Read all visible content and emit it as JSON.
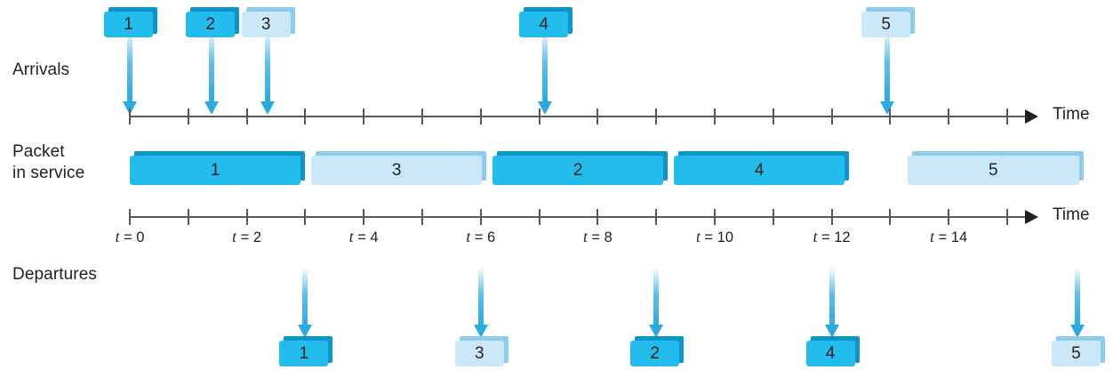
{
  "figure": {
    "type": "timeline-diagram",
    "title": "",
    "background": "#ffffff",
    "colors": {
      "packet_dark": "#22bced",
      "packet_dark_shadow": "#0e94c9",
      "packet_light": "#cbe8f8",
      "packet_light_shadow": "#8ecdea",
      "axis": "#58585b",
      "text": "#231f20",
      "arrow": "#29abe2"
    }
  },
  "labels": {
    "arrivals": "Arrivals",
    "packet_in_service_line1": "Packet",
    "packet_in_service_line2": "in service",
    "departures": "Departures",
    "time_top": "Time",
    "time_bottom": "Time"
  },
  "axes": {
    "tick_count": 16,
    "tick_start_time": 0,
    "tick_step": 1,
    "tick_labels": [
      {
        "text_prefix": "t",
        "text_suffix": " = 0",
        "time": 0
      },
      {
        "text_prefix": "t",
        "text_suffix": " = 2",
        "time": 2
      },
      {
        "text_prefix": "t",
        "text_suffix": " = 4",
        "time": 4
      },
      {
        "text_prefix": "t",
        "text_suffix": " = 6",
        "time": 6
      },
      {
        "text_prefix": "t",
        "text_suffix": " = 8",
        "time": 8
      },
      {
        "text_prefix": "t",
        "text_suffix": " = 10",
        "time": 10
      },
      {
        "text_prefix": "t",
        "text_suffix": " = 12",
        "time": 12
      },
      {
        "text_prefix": "t",
        "text_suffix": " = 14",
        "time": 14
      }
    ]
  },
  "arrivals": [
    {
      "id": "1",
      "shade": "dark",
      "time": 0.0
    },
    {
      "id": "2",
      "shade": "dark",
      "time": 1.4
    },
    {
      "id": "3",
      "shade": "light",
      "time": 2.35
    },
    {
      "id": "4",
      "shade": "dark",
      "time": 7.1
    },
    {
      "id": "5",
      "shade": "light",
      "time": 12.95
    }
  ],
  "service": [
    {
      "id": "1",
      "shade": "dark",
      "start": 0.0,
      "end": 3.0
    },
    {
      "id": "3",
      "shade": "light",
      "start": 3.1,
      "end": 6.1
    },
    {
      "id": "2",
      "shade": "dark",
      "start": 6.2,
      "end": 9.2
    },
    {
      "id": "4",
      "shade": "dark",
      "start": 9.3,
      "end": 12.3
    },
    {
      "id": "5",
      "shade": "light",
      "start": 13.3,
      "end": 16.3
    }
  ],
  "departures": [
    {
      "id": "1",
      "shade": "dark",
      "time": 3.0
    },
    {
      "id": "3",
      "shade": "light",
      "time": 6.0
    },
    {
      "id": "2",
      "shade": "dark",
      "time": 9.0
    },
    {
      "id": "4",
      "shade": "dark",
      "time": 12.0
    },
    {
      "id": "5",
      "shade": "light",
      "time": 16.2
    }
  ]
}
